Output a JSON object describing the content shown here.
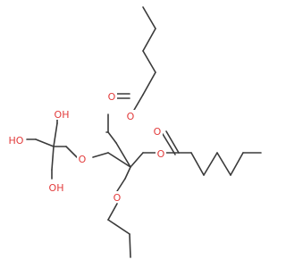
{
  "diagram": {
    "type": "skeletal-structure",
    "atom_color": "#e23b3b",
    "bond_color": "#3a3a3a",
    "labels": {
      "o_carbonyl_top": "O",
      "o_ester_top": "O",
      "o_carbonyl_right": "O",
      "o_ester_right": "O",
      "o_ether_left": "O",
      "o_propoxy": "O",
      "oh_top": "OH",
      "ho_left": "HO",
      "oh_bottom": "OH"
    }
  }
}
